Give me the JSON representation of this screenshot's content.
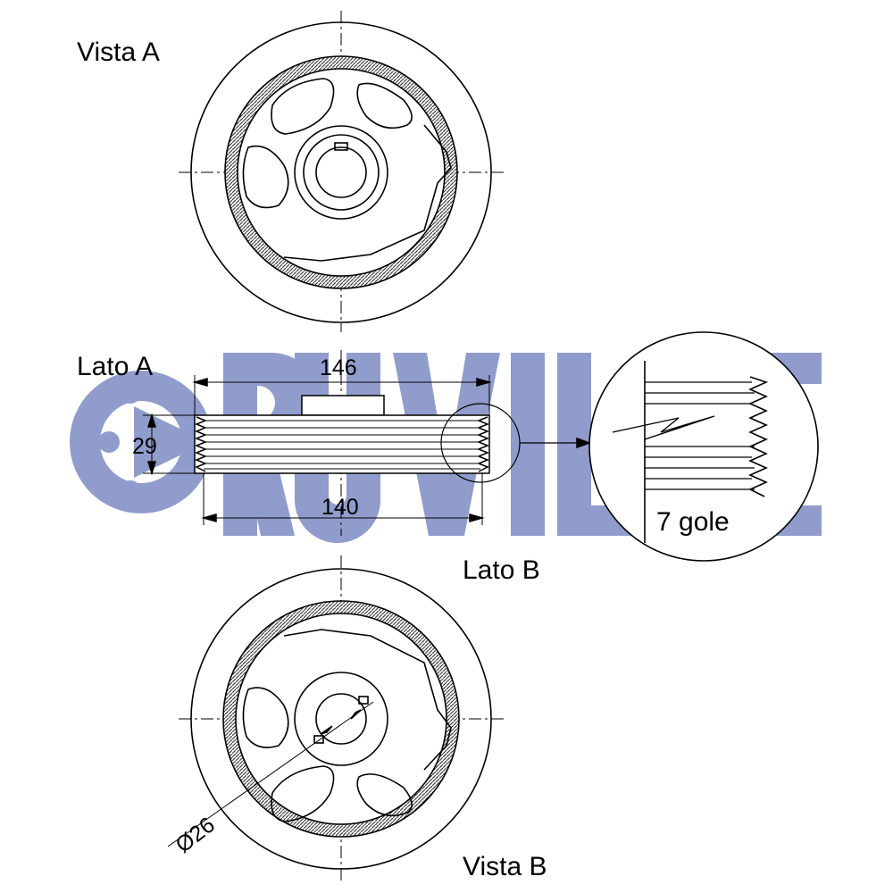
{
  "brand": {
    "name": "RUVILLE",
    "color": "#8b97c9"
  },
  "views": {
    "top": "Vista A",
    "bottom": "Vista B",
    "side_a": "Lato A",
    "side_b": "Lato B"
  },
  "dimensions": {
    "outer_width": "146",
    "inner_width": "140",
    "belt_height": "29",
    "bore": "Ø26"
  },
  "detail": {
    "grooves": "7 gole"
  },
  "colors": {
    "line": "#000000",
    "hatch": "#555555",
    "brand": "#8b97c9"
  }
}
